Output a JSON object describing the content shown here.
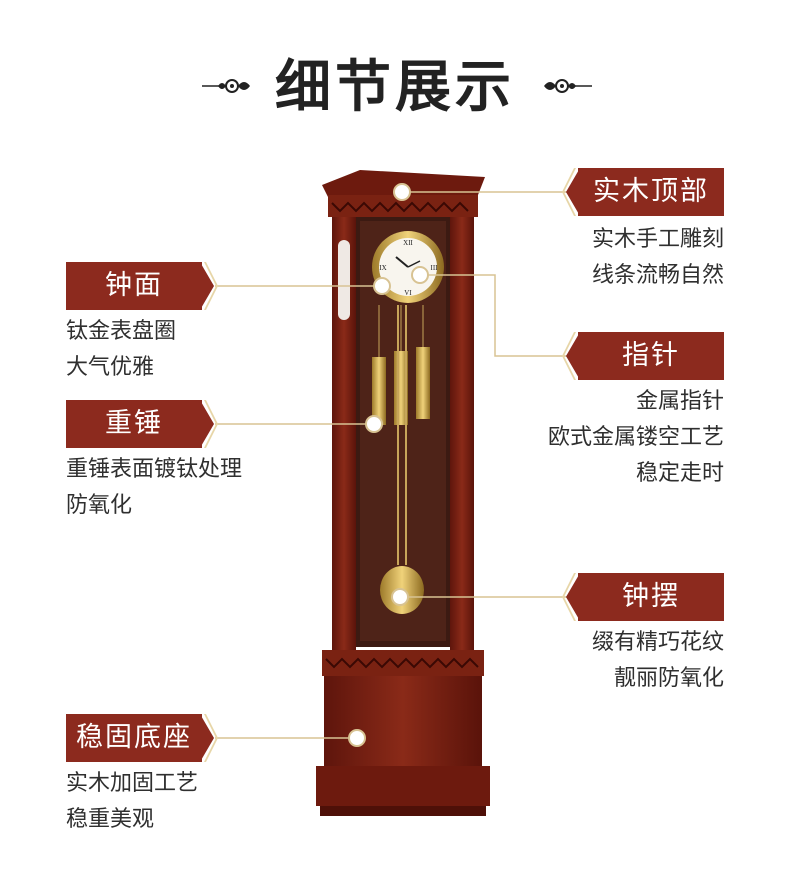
{
  "title": "细节展示",
  "colors": {
    "tag_bg": "#8c2a1e",
    "leader": "#d8c393",
    "wood": "#7b2012"
  },
  "features": [
    {
      "label": "实木顶部",
      "desc": [
        "实木手工雕刻",
        "线条流畅自然"
      ]
    },
    {
      "label": "钟面",
      "desc": [
        "钛金表盘圈",
        "大气优雅"
      ]
    },
    {
      "label": "指针",
      "desc": [
        "金属指针",
        "欧式金属镂空工艺",
        "稳定走时"
      ]
    },
    {
      "label": "重锤",
      "desc": [
        "重锤表面镀钛处理",
        "防氧化"
      ]
    },
    {
      "label": "钟摆",
      "desc": [
        "缀有精巧花纹",
        "靓丽防氧化"
      ]
    },
    {
      "label": "稳固底座",
      "desc": [
        "实木加固工艺",
        "稳重美观"
      ]
    }
  ],
  "product": {
    "image": "grandfather-clock"
  }
}
